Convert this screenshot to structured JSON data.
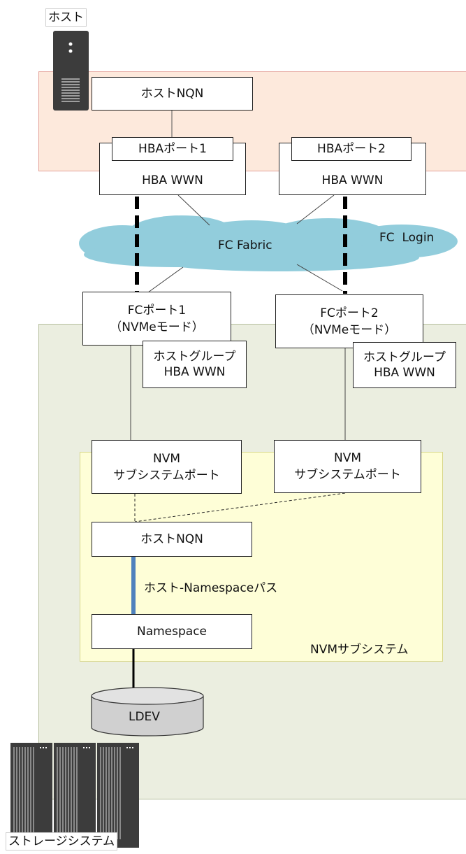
{
  "host_label": "ホスト",
  "storage_label": "ストレージシステム",
  "host_nqn_top": "ホストNQN",
  "hba_port_1": "HBAポート1",
  "hba_port_2": "HBAポート2",
  "hba_wwn": "HBA WWN",
  "fc_fabric": "FC Fabric",
  "fc_login": "FC  Login",
  "fc_port_1": "FCポート1",
  "fc_port_2": "FCポート2",
  "nvme_mode": "（NVMeモード）",
  "host_group": "ホストグループ",
  "nvm": "NVM",
  "subsystem_port": "サブシステムポート",
  "host_nqn_inner": "ホストNQN",
  "host_namespace_path": "ホスト-Namespaceパス",
  "namespace": "Namespace",
  "nvm_subsystem": "NVMサブシステム",
  "ldev": "LDEV",
  "colors": {
    "host_zone": "#fde9dc",
    "storage_zone": "#ebeee0",
    "subsystem_zone": "#fefed7",
    "cloud": "#92cddc",
    "path": "#4f81bd"
  }
}
